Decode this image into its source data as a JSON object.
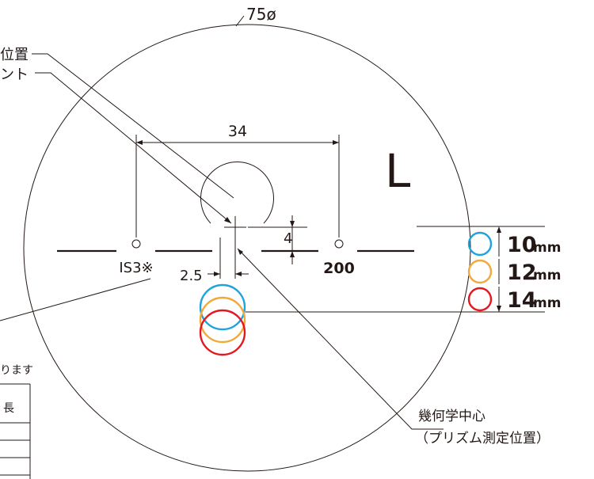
{
  "diameter_label": "75ø",
  "side_label": "L",
  "labels_left": {
    "line1": "位置",
    "line2": "ント"
  },
  "dimensions": {
    "width_label": "34",
    "height_label": "4",
    "offset_label": "2.5"
  },
  "markers": {
    "left_mark": "IS3※",
    "right_mark": "200"
  },
  "note_fragment": "ります",
  "table_fragment": "長",
  "center_label": {
    "line1": "幾何学中心",
    "line2": "（プリズム測定位置）"
  },
  "legend": [
    {
      "value": "10",
      "unit": "mm",
      "color": "#1fa3dc"
    },
    {
      "value": "12",
      "unit": "mm",
      "color": "#f2a93b"
    },
    {
      "value": "14",
      "unit": "mm",
      "color": "#e5171f"
    }
  ]
}
